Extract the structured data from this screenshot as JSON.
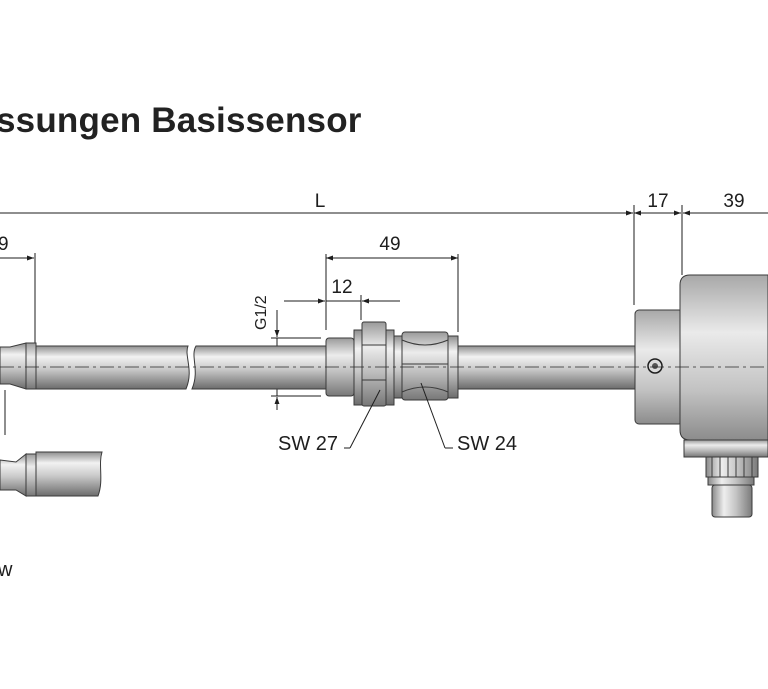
{
  "title": "ssungen Basissensor",
  "dimensions": {
    "L": "L",
    "d17": "17",
    "d39": "39",
    "d49": "49",
    "d12": "12",
    "g12": "G1/2",
    "d9_partial": "9"
  },
  "labels": {
    "sw27": "SW 27",
    "sw24": "SW 24",
    "w_partial": "w"
  },
  "colors": {
    "metal_light": "#e8e8e8",
    "metal_mid": "#b9b9b9",
    "metal_dark": "#7a7a7a",
    "line": "#1e1e1e"
  }
}
